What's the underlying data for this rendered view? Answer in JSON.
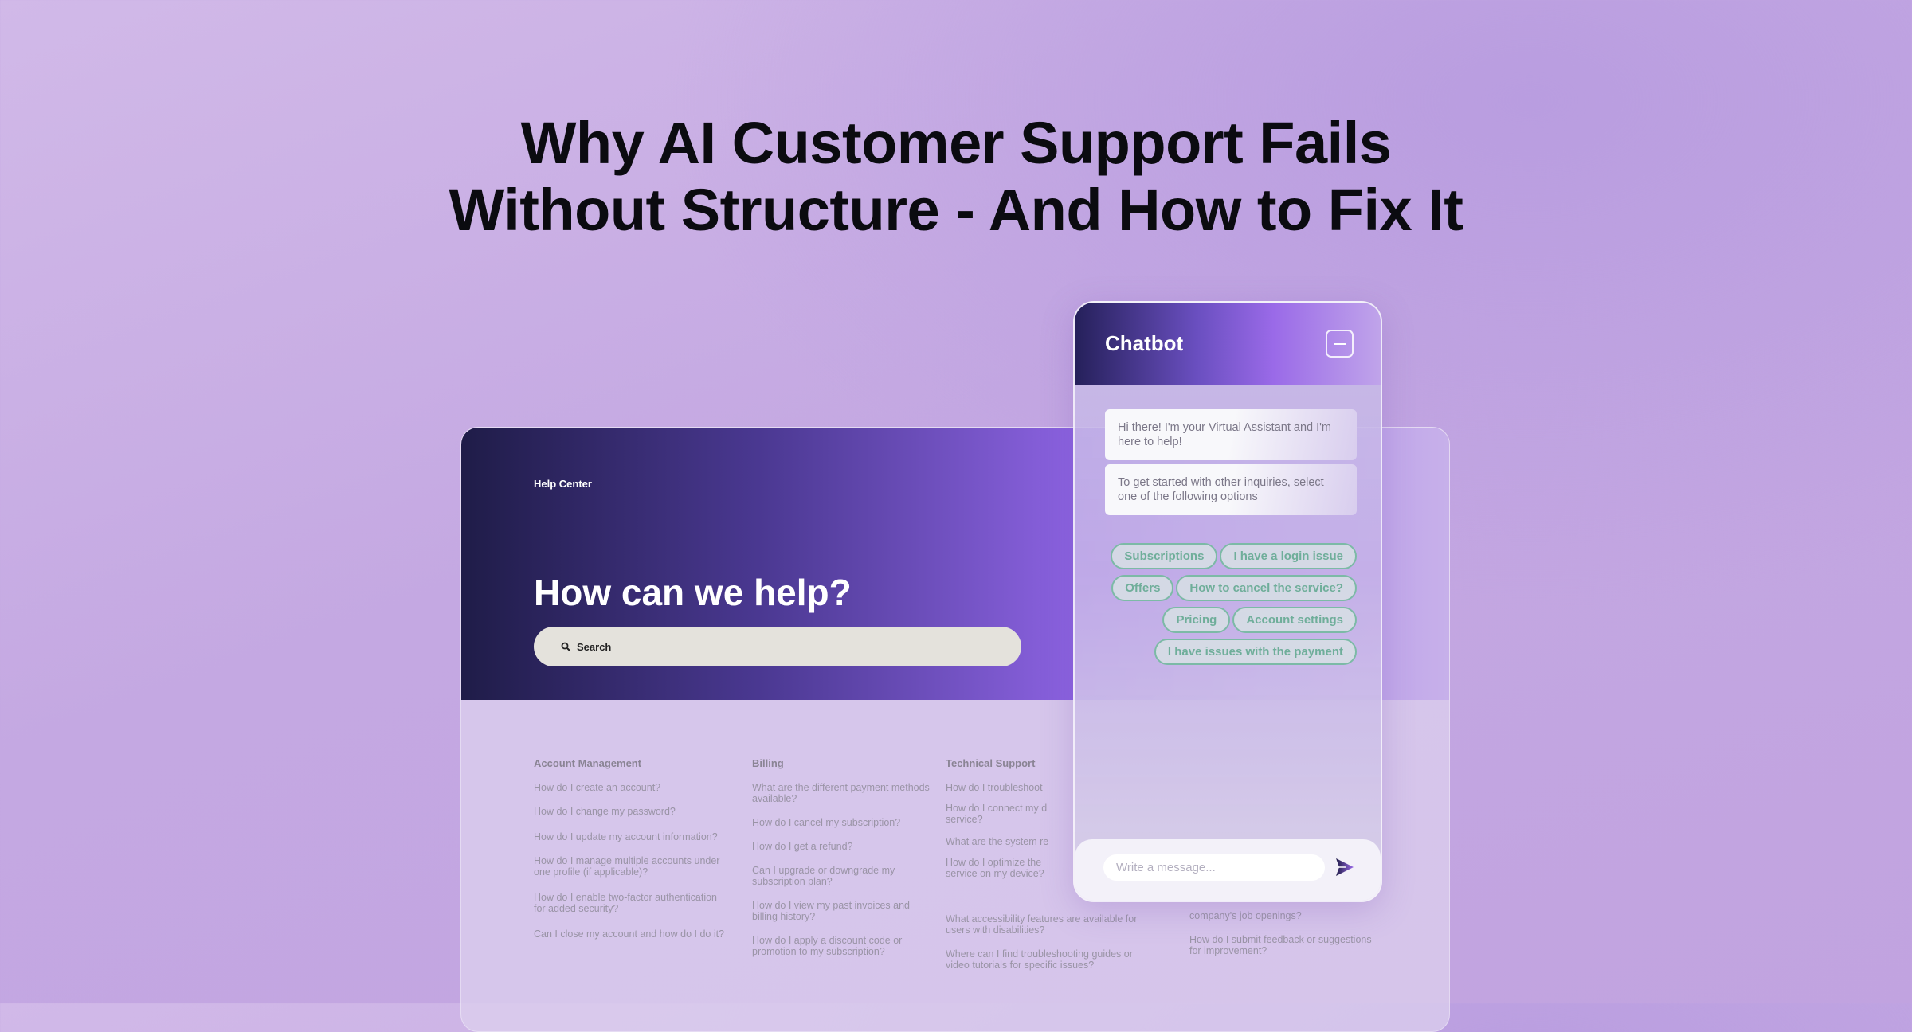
{
  "title": {
    "line1": "Why AI Customer Support Fails",
    "line2": "Without Structure - And How to Fix It"
  },
  "help_center": {
    "label": "Help Center",
    "heading": "How can we help?",
    "search_placeholder": "Search",
    "columns": [
      {
        "title": "Account Management",
        "items": [
          "How do I create an account?",
          "How do I change my password?",
          "How do I update my account information?",
          "How do I manage multiple accounts under one profile (if applicable)?",
          "How do I enable two-factor authentication for added security?",
          "Can I close my account and how do I do it?"
        ]
      },
      {
        "title": "Billing",
        "items": [
          "What are the different payment methods available?",
          "How do I cancel my subscription?",
          "How do I get a refund?",
          "Can I upgrade or downgrade my subscription plan?",
          "How do I view my past invoices and billing history?",
          "How do I apply a discount code or promotion to my subscription?"
        ]
      },
      {
        "title": "Technical Support",
        "items": [
          "How do I troubleshoot",
          "How do I connect my d service?",
          "What are the system re",
          "How do I optimize the service on my device?",
          "What accessibility features are available for users with disabilities?",
          "Where can I find troubleshooting guides or video tutorials for specific issues?"
        ]
      },
      {
        "title": "",
        "items": [
          "company's job openings?",
          "How do I submit feedback or suggestions for improvement?"
        ]
      }
    ]
  },
  "chatbot": {
    "title": "Chatbot",
    "messages": [
      "Hi there! I'm your Virtual Assistant and I'm here to help!",
      "To get started with other inquiries, select one of the following options"
    ],
    "options": [
      "Subscriptions",
      "I have a login issue",
      "Offers",
      "How to cancel the service?",
      "Pricing",
      "Account settings",
      "I have issues with the payment"
    ],
    "input_placeholder": "Write a message...",
    "accent": "#7cbaa6"
  }
}
